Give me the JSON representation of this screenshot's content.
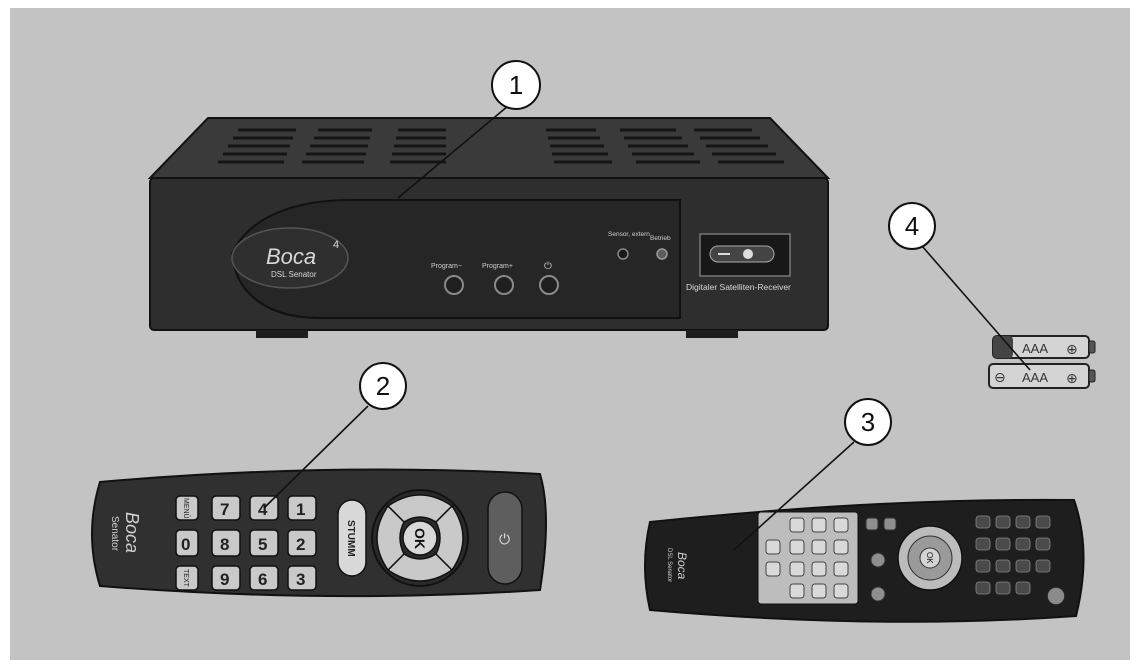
{
  "colors": {
    "background": "#c3c3c3",
    "device": "#2d2d2d",
    "device_dark": "#1c1c1c",
    "key_light": "#c9c9c9",
    "callout_fill": "#ffffff",
    "outline": "#111111"
  },
  "callouts": [
    "1",
    "2",
    "3",
    "4"
  ],
  "receiver": {
    "brand": "Boca",
    "brand_super": "4",
    "model": "DSL Senator",
    "btn_prog_down": "Program−",
    "btn_prog_up": "Program+",
    "power_symbol": "⏻",
    "led_sensor": "Sensor, extern",
    "led_status": "Betrieb",
    "display_label": "Digitaler Satelliten-Receiver"
  },
  "remote_large": {
    "brand": "Boca",
    "model": "Senator",
    "key_menu": "MENÜ",
    "key_text": "TEXT",
    "key_stumm": "STUMM",
    "key_ok": "OK",
    "digits": [
      "7",
      "4",
      "1",
      "8",
      "5",
      "2",
      "9",
      "6",
      "3",
      "0"
    ],
    "power_symbol": "⏻"
  },
  "remote_small": {
    "brand": "Boca",
    "model": "DSL Senator",
    "key_ok": "OK"
  },
  "batteries": {
    "type_label": "AAA",
    "minus": "⊖",
    "plus": "⊕"
  }
}
